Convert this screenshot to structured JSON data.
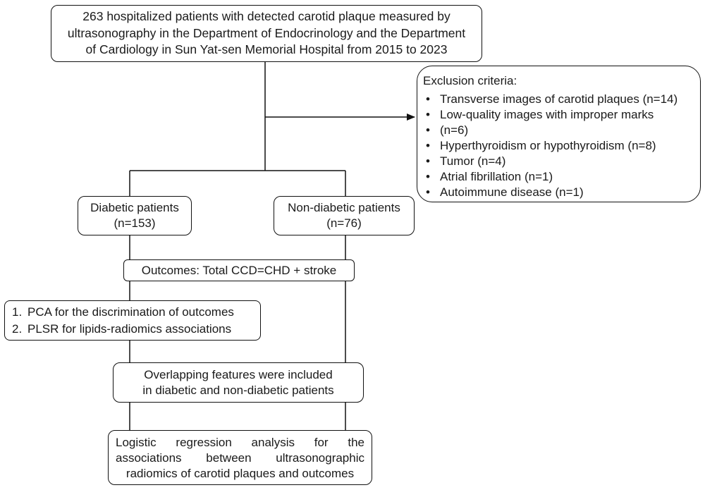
{
  "top_box": {
    "line1": "263 hospitalized patients with detected carotid plaque measured by",
    "line2": "ultrasonography in the Department of Endocrinology and the Department",
    "line3": "of Cardiology in Sun Yat-sen Memorial Hospital from 2015 to 2023"
  },
  "exclusion": {
    "title": "Exclusion criteria:",
    "items": [
      "Transverse images of carotid plaques (n=14)",
      "Low-quality images with improper marks",
      "(n=6)",
      "Hyperthyroidism or hypothyroidism (n=8)",
      "Tumor (n=4)",
      "Atrial fibrillation (n=1)",
      "Autoimmune disease (n=1)"
    ]
  },
  "diabetic": {
    "label": "Diabetic patients",
    "count": "(n=153)"
  },
  "non_diabetic": {
    "label": "Non-diabetic patients",
    "count": "(n=76)"
  },
  "outcomes": {
    "label": "Outcomes: Total CCD=CHD + stroke"
  },
  "methods": {
    "items": [
      {
        "num": "1.",
        "text": "PCA for the discrimination of outcomes"
      },
      {
        "num": "2.",
        "text": "PLSR for lipids-radiomics associations"
      }
    ]
  },
  "overlap": {
    "line1": "Overlapping features were included",
    "line2": "in diabetic and non-diabetic patients"
  },
  "logistic": {
    "line1": "Logistic regression analysis for the",
    "line2": "associations between ultrasonographic",
    "line3": "radiomics of carotid plaques and outcomes"
  }
}
